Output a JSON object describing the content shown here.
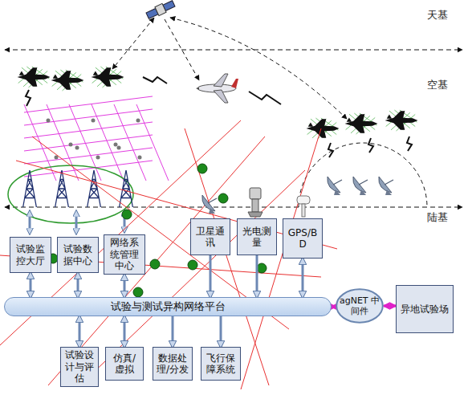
{
  "diagram": {
    "nodes": [
      {
        "text": [
          "卫星通讯"
        ]
      },
      {
        "text": [
          "光电测量"
        ]
      },
      {
        "text": [
          "GPS/BD"
        ]
      },
      {
        "text": [
          "试验监控大厅"
        ]
      },
      {
        "text": [
          "试验数据中心"
        ]
      },
      {
        "text": [
          "网络系统管理中心"
        ]
      },
      {
        "text": [
          "试验与测试异构网络平台"
        ]
      },
      {
        "text": [
          "agNET 中间件"
        ]
      },
      {
        "text": [
          "异地试验场"
        ]
      },
      {
        "text": [
          "试验设计与评估"
        ]
      },
      {
        "text": [
          "仿真/虚拟"
        ]
      },
      {
        "text": [
          "数据处理/分发"
        ]
      },
      {
        "text": [
          "飞行保障系统"
        ]
      }
    ],
    "edges": [
      {
        "from": 0,
        "to": 6,
        "arrow": "to"
      },
      {
        "from": 1,
        "to": 6,
        "arrow": "to"
      },
      {
        "from": 2,
        "to": 6,
        "arrow": "both"
      },
      {
        "from": 3,
        "to": 6,
        "arrow": "both"
      },
      {
        "from": 4,
        "to": 6,
        "arrow": "both"
      },
      {
        "from": 5,
        "to": 6,
        "arrow": "both"
      },
      {
        "from": 6,
        "to": 9,
        "arrow": "both"
      },
      {
        "from": 6,
        "to": 10,
        "arrow": "both"
      },
      {
        "from": 6,
        "to": 11,
        "arrow": "to"
      },
      {
        "from": 6,
        "to": 12,
        "arrow": "to"
      },
      {
        "from": 6,
        "to": 7,
        "arrow": "both"
      },
      {
        "from": 7,
        "to": 8,
        "arrow": "both"
      }
    ],
    "labels": [
      "天基",
      "空基",
      "陆基"
    ]
  }
}
